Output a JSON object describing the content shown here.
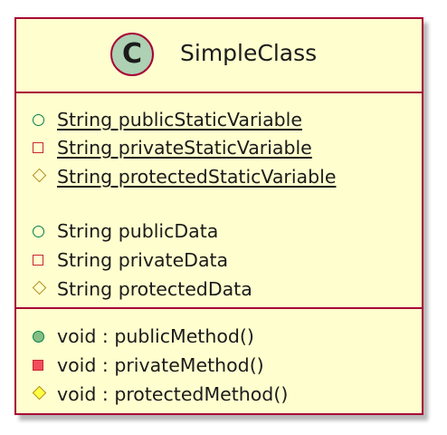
{
  "class": {
    "stereotype_letter": "C",
    "name": "SimpleClass"
  },
  "static_fields": [
    {
      "visibility": "public",
      "text": "String publicStaticVariable"
    },
    {
      "visibility": "private",
      "text": "String privateStaticVariable"
    },
    {
      "visibility": "protected",
      "text": "String protectedStaticVariable"
    }
  ],
  "fields": [
    {
      "visibility": "public",
      "text": "String publicData"
    },
    {
      "visibility": "private",
      "text": "String privateData"
    },
    {
      "visibility": "protected",
      "text": "String protectedData"
    }
  ],
  "methods": [
    {
      "visibility": "public",
      "text": "void : publicMethod()"
    },
    {
      "visibility": "private",
      "text": "void : privateMethod()"
    },
    {
      "visibility": "protected",
      "text": "void : protectedMethod()"
    }
  ],
  "colors": {
    "class_background": "#fefece",
    "class_border": "#a80036",
    "stereotype_circle": "#add1b2",
    "public": "#038048",
    "private": "#c82930",
    "protected": "#b38d22"
  }
}
